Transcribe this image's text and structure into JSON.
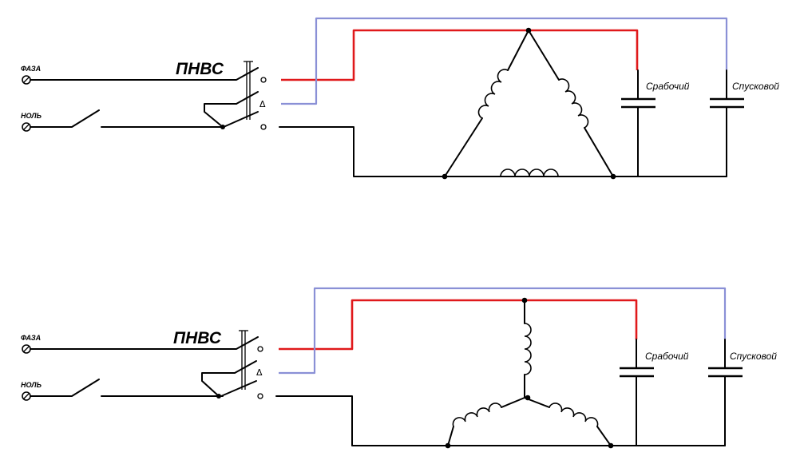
{
  "diagrams": [
    {
      "winding": "delta",
      "phase_label": "ФАЗА",
      "neutral_label": "НОЛЬ",
      "switch_label": "ПНВС",
      "delta_symbol": "Δ",
      "run_capacitor_label": "Сpабочий",
      "start_capacitor_label": "Спусковой"
    },
    {
      "winding": "star",
      "phase_label": "ФАЗА",
      "neutral_label": "НОЛЬ",
      "switch_label": "ПНВС",
      "delta_symbol": "Δ",
      "run_capacitor_label": "Сpабочий",
      "start_capacitor_label": "Спусковой"
    }
  ],
  "colors": {
    "wire": "#000000",
    "phase_run_wire": "#e0191b",
    "start_wire": "#8a90d6",
    "background": "#ffffff"
  }
}
